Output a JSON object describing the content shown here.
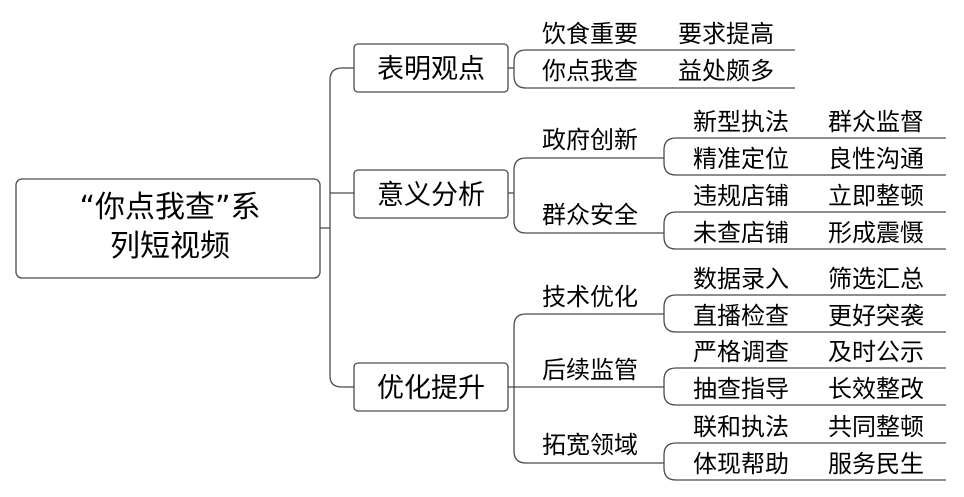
{
  "root": {
    "line1": "“你点我查”系",
    "line2": "列短视频"
  },
  "branches": [
    {
      "label": "表明观点",
      "groups": [
        {
          "label": "",
          "leaves": [
            {
              "a": "饮食重要",
              "b": "要求提高"
            },
            {
              "a": "你点我查",
              "b": "益处颇多"
            }
          ]
        }
      ]
    },
    {
      "label": "意义分析",
      "groups": [
        {
          "label": "政府创新",
          "leaves": [
            {
              "a": "新型执法",
              "b": "群众监督"
            },
            {
              "a": "精准定位",
              "b": "良性沟通"
            }
          ]
        },
        {
          "label": "群众安全",
          "leaves": [
            {
              "a": "违规店铺",
              "b": "立即整顿"
            },
            {
              "a": "未查店铺",
              "b": "形成震慑"
            }
          ]
        }
      ]
    },
    {
      "label": "优化提升",
      "groups": [
        {
          "label": "技术优化",
          "leaves": [
            {
              "a": "数据录入",
              "b": "筛选汇总"
            },
            {
              "a": "直播检查",
              "b": "更好突袭"
            }
          ]
        },
        {
          "label": "后续监管",
          "leaves": [
            {
              "a": "严格调查",
              "b": "及时公示"
            },
            {
              "a": "抽查指导",
              "b": "长效整改"
            }
          ]
        },
        {
          "label": "拓宽领域",
          "leaves": [
            {
              "a": "联和执法",
              "b": "共同整顿"
            },
            {
              "a": "体现帮助",
              "b": "服务民生"
            }
          ]
        }
      ]
    }
  ]
}
